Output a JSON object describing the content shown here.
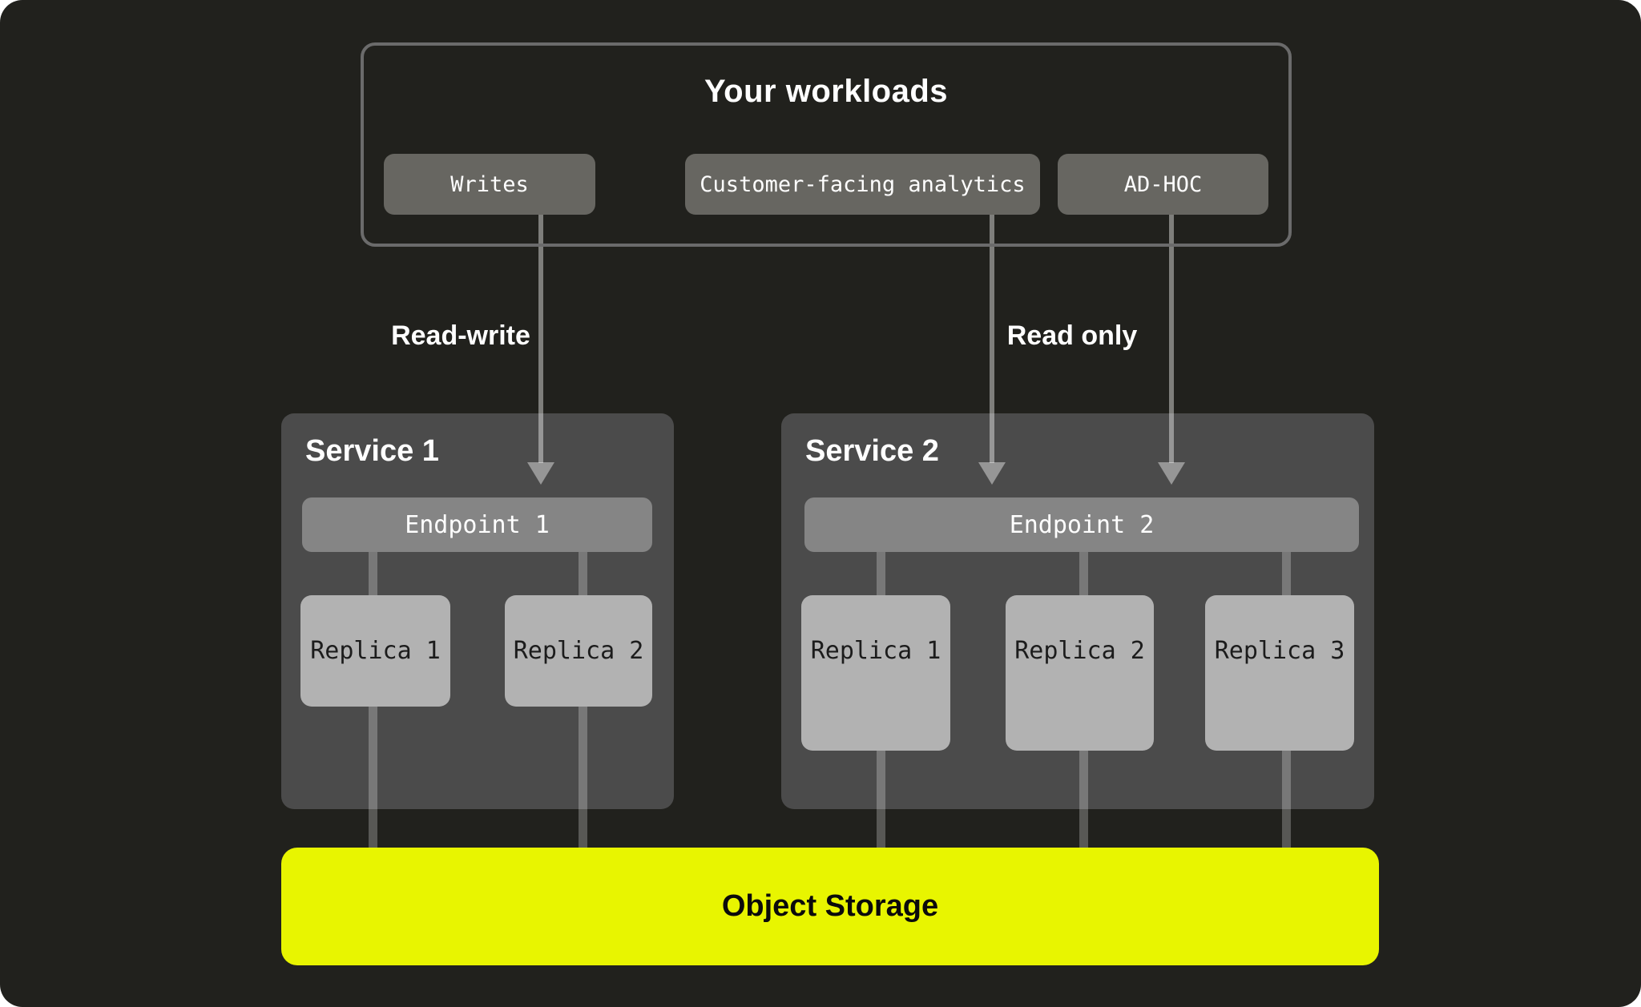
{
  "page": {
    "background": "#21211d",
    "accent": "#e8f500"
  },
  "workloads": {
    "title": "Your workloads",
    "pills": [
      {
        "label": "Writes"
      },
      {
        "label": "Customer-facing analytics"
      },
      {
        "label": "AD-HOC"
      }
    ]
  },
  "flows": {
    "read_write": "Read-write",
    "read_only": "Read only"
  },
  "services": [
    {
      "title": "Service 1",
      "endpoint": "Endpoint 1",
      "replicas": [
        {
          "label": "Replica 1"
        },
        {
          "label": "Replica 2"
        }
      ]
    },
    {
      "title": "Service 2",
      "endpoint": "Endpoint 2",
      "replicas": [
        {
          "label": "Replica 1"
        },
        {
          "label": "Replica 2"
        },
        {
          "label": "Replica 3"
        }
      ]
    }
  ],
  "storage": {
    "label": "Object Storage"
  },
  "colors": {
    "frame_border": "#6b6b6b",
    "pill_bg": "#676661",
    "service_bg": "#4b4b4b",
    "endpoint_bg": "#858585",
    "replica_bg": "#b2b2b2",
    "storage_bg": "#e8f500"
  }
}
